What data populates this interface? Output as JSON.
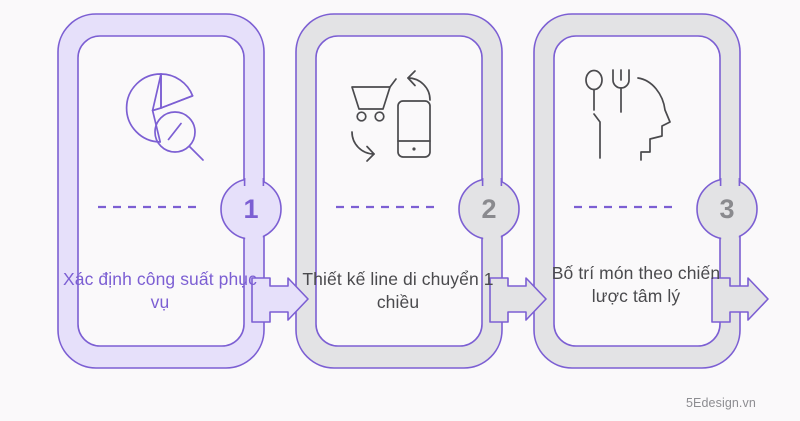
{
  "background": "#faf9fa",
  "colors": {
    "purple_stroke": "#7c5fd3",
    "purple_fill": "#e6e0fa",
    "gray_fill": "#e3e3e5",
    "gray_stroke": "#4a4a4d",
    "gray_text": "#4a4a4d",
    "purple_text": "#7c5fd3",
    "badge_gray_text": "#8a8a8e",
    "watermark_text": "#8d8d91",
    "card_interior": "#ffffff"
  },
  "steps": [
    {
      "number": "1",
      "caption": "Xác định công suất phục vụ",
      "icon_name": "pie-chart-magnifier-icon",
      "theme": "purple",
      "band_fill": "#e6e0fa",
      "badge_fill": "#e6e0fa",
      "badge_text_color": "#7c5fd3",
      "caption_color": "#7c5fd3",
      "icon_stroke": "#7c5fd3",
      "divider": "dashed"
    },
    {
      "number": "2",
      "caption": "Thiết kế line di chuyển 1 chiều",
      "icon_name": "cart-phone-arrows-icon",
      "theme": "gray",
      "band_fill": "#e3e3e5",
      "badge_fill": "#e3e3e5",
      "badge_text_color": "#8a8a8e",
      "caption_color": "#4a4a4d",
      "icon_stroke": "#4a4a4d",
      "divider": "dashed"
    },
    {
      "number": "3",
      "caption": "Bố trí món theo chiến lược tâm lý",
      "icon_name": "cutlery-head-profile-icon",
      "theme": "gray",
      "band_fill": "#e3e3e5",
      "badge_fill": "#e3e3e5",
      "badge_text_color": "#8a8a8e",
      "caption_color": "#4a4a4d",
      "icon_stroke": "#4a4a4d",
      "divider": "dashed"
    }
  ],
  "connectors": [
    {
      "name": "arrow-1",
      "fill": "#e6e0fa",
      "stroke": "#7c5fd3"
    },
    {
      "name": "arrow-2",
      "fill": "#e3e3e5",
      "stroke": "#7c5fd3"
    },
    {
      "name": "arrow-3",
      "fill": "#e3e3e5",
      "stroke": "#7c5fd3"
    }
  ],
  "watermark": "5Edesign.vn"
}
